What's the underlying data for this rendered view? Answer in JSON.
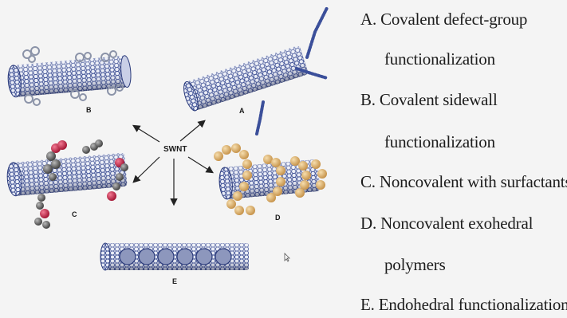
{
  "figure": {
    "center_label": "SWNT",
    "panel_labels": [
      "A",
      "B",
      "C",
      "D",
      "E"
    ]
  },
  "legend": {
    "items": [
      {
        "letter": "A.",
        "line1": "Covalent defect-group",
        "line2": "functionalization"
      },
      {
        "letter": "B.",
        "line1": "Covalent sidewall",
        "line2": "functionalization"
      },
      {
        "letter": "C.",
        "line1": "Noncovalent with surfactants",
        "line2": ""
      },
      {
        "letter": "D.",
        "line1": "Noncovalent exohedral",
        "line2": "polymers"
      },
      {
        "letter": "E.",
        "line1": "Endohedral functionalization",
        "line2": ""
      }
    ]
  },
  "colors": {
    "tube": "#3b4f9a",
    "tube_dark": "#1e2a5e",
    "functional_group": "#c8ccd8",
    "surfactant_red": "#c8234a",
    "surfactant_gray": "#6a6a6a",
    "polymer_tan": "#e0b774",
    "arrow": "#222222"
  }
}
